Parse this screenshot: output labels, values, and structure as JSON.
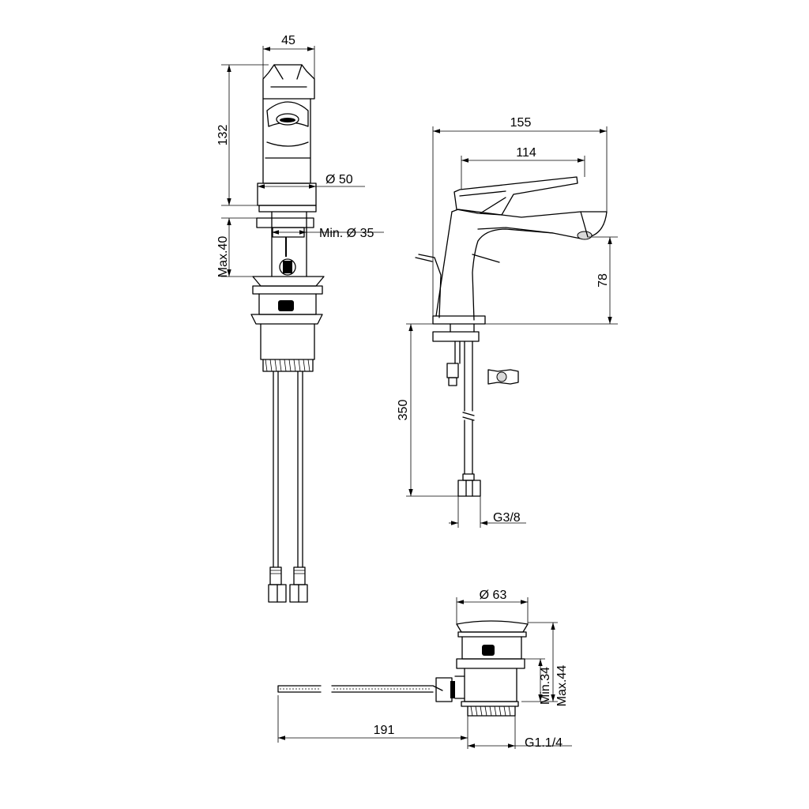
{
  "drawing_title": "",
  "dimensions": {
    "front_width": "45",
    "front_height": "132",
    "base_diameter": "Ø 50",
    "hole_min_diameter": "Min. Ø 35",
    "max_thickness": "Max.40",
    "overall_length": "155",
    "spout_length": "114",
    "spout_height": "78",
    "hose_length": "350",
    "hose_thread": "G3/8",
    "waste_diameter": "Ø 63",
    "waste_min": "Min.34",
    "waste_max": "Max.44",
    "rod_length": "191",
    "waste_thread": "G1.1/4"
  }
}
